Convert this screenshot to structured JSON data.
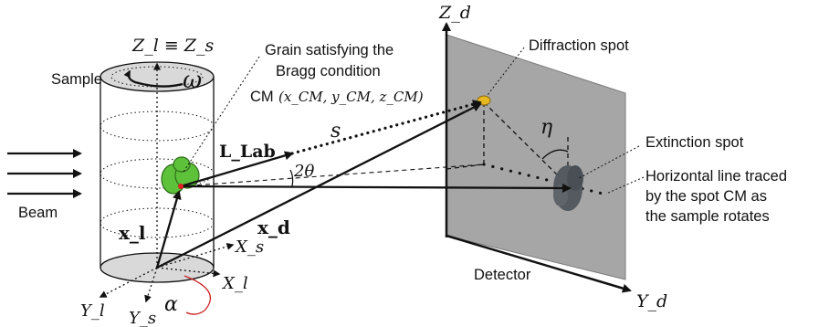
{
  "labels": {
    "sample": "Sample",
    "beam": "Beam",
    "grain_line1": "Grain satisfying the",
    "grain_line2": "Bragg condition",
    "cm_prefix": "CM",
    "cm_coords": "(x_CM, y_CM, z_CM)",
    "diffraction_spot": "Diffraction spot",
    "extinction_spot": "Extinction spot",
    "horizontal_line1": "Horizontal line traced",
    "horizontal_line2": "by the spot CM as",
    "horizontal_line3": "the sample rotates",
    "detector": "Detector"
  },
  "symbols": {
    "zl_zs": "Z_l ≡ Z_s",
    "omega": "ω",
    "s": "s",
    "l_lab": "L_Lab",
    "two_theta": "2θ",
    "eta": "η",
    "x_l": "x_l",
    "x_d": "x_d",
    "Xs": "X_s",
    "Xl": "X_l",
    "Yl": "Y_l",
    "Ys": "Y_s",
    "alpha": "α",
    "Zd": "Z_d",
    "Yd": "Y_d"
  },
  "colors": {
    "detector_plane": "#a6a6a6",
    "grain_green": "#5dc23a",
    "grain_center": "#e02020",
    "diffraction_spot": "#e8b820",
    "extinction_spot": "#555a60",
    "alpha_arc": "#cc2020",
    "sample_disc": "#d9d9d9"
  }
}
